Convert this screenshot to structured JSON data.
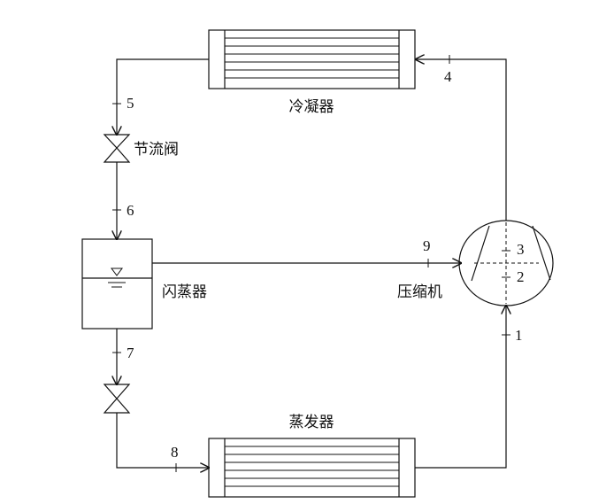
{
  "components": {
    "condenser": "冷凝器",
    "throttle_valve": "节流阀",
    "flash_tank": "闪蒸器",
    "compressor": "压缩机",
    "evaporator": "蒸发器"
  },
  "state_points": {
    "p1": "1",
    "p2": "2",
    "p3": "3",
    "p4": "4",
    "p5": "5",
    "p6": "6",
    "p7": "7",
    "p8": "8",
    "p9": "9"
  }
}
